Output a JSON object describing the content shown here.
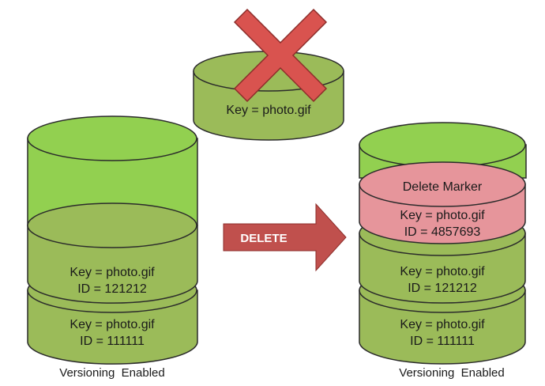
{
  "colors": {
    "bucket_green": "#92d050",
    "object_green": "#9bbb59",
    "delete_marker_red": "#e6959b",
    "arrow_red": "#c0504d",
    "cross_red": "#d9534f",
    "outline": "#2b2b2b"
  },
  "deleted_object": {
    "key": "Key = photo.gif",
    "icon": "red-x-cross-icon"
  },
  "arrow": {
    "label": "DELETE"
  },
  "left_bucket": {
    "caption": "Versioning  Enabled",
    "versions": [
      {
        "key": "Key = photo.gif",
        "id": "ID = 121212"
      },
      {
        "key": "Key = photo.gif",
        "id": "ID = 111111"
      }
    ]
  },
  "right_bucket": {
    "caption": "Versioning  Enabled",
    "delete_marker": {
      "title": "Delete Marker",
      "key": "Key = photo.gif",
      "id": "ID = 4857693"
    },
    "versions": [
      {
        "key": "Key = photo.gif",
        "id": "ID = 121212"
      },
      {
        "key": "Key = photo.gif",
        "id": "ID = 111111"
      }
    ]
  }
}
